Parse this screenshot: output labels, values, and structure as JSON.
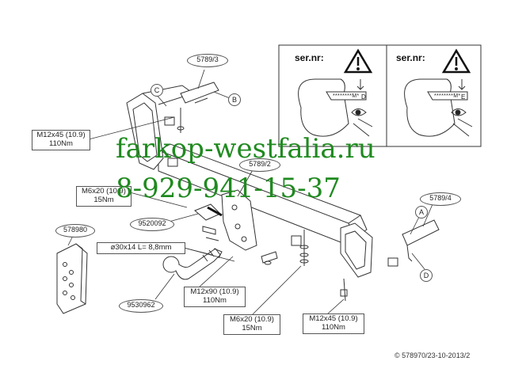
{
  "labels": {
    "c_5789_3": "5789/3",
    "c_5789_2": "5789/2",
    "c_5789_4": "5789/4",
    "c_578980": "578980",
    "c_9520092": "9520092",
    "c_9530962": "9530962",
    "bolt_top_left": {
      "size": "M12x45 (10.9)",
      "torque": "110Nm"
    },
    "bolt_m6_left": {
      "size": "M6x20 (10.9)",
      "torque": "15Nm"
    },
    "ball_dim": "ø30x14 L= 8,8mm",
    "bolt_center": {
      "size": "M12x90 (10.9)",
      "torque": "110Nm"
    },
    "bolt_m6_bottom": {
      "size": "M6x20 (10.9)",
      "torque": "15Nm"
    },
    "bolt_right": {
      "size": "M12x45 (10.9)",
      "torque": "110Nm"
    },
    "marker_a": "A",
    "marker_b": "B",
    "marker_c": "C",
    "marker_d": "D"
  },
  "serial_panels": [
    {
      "label": "ser.nr:",
      "code": "********M*",
      "letter": "D"
    },
    {
      "label": "ser.nr:",
      "code": "********M*",
      "letter": "E"
    }
  ],
  "watermark": {
    "site": "farkop-westfalia.ru",
    "phone": "8-929-941-15-37",
    "color": "#1f8a1f"
  },
  "footer": {
    "copyright": "© 578970/23-10-2013/2"
  }
}
